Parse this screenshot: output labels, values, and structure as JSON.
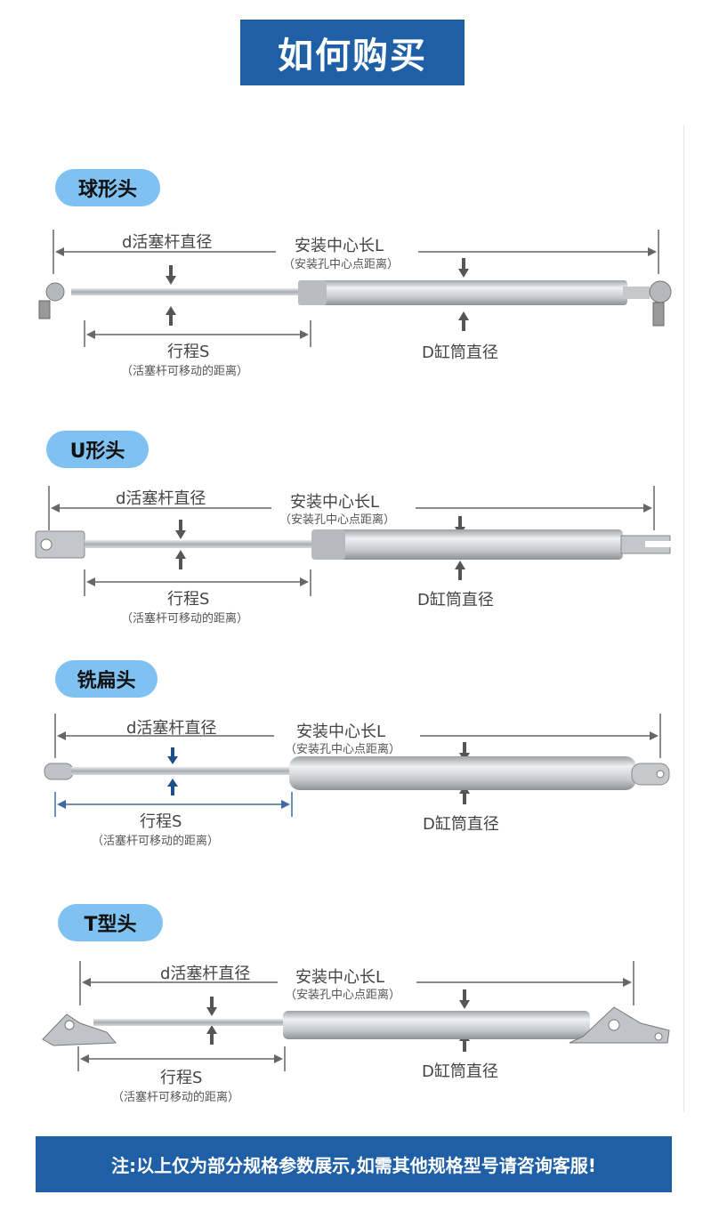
{
  "title": "如何购买",
  "sections": [
    {
      "tag": "球形头",
      "rod_dia": "d活塞杆直径",
      "center_len": "安装中心长L",
      "center_note": "（安装孔中心点距离）",
      "stroke": "行程S",
      "stroke_note": "（活塞杆可移动的距离）",
      "cyl_dia": "D缸筒直径"
    },
    {
      "tag": "U形头",
      "rod_dia": "d活塞杆直径",
      "center_len": "安装中心长L",
      "center_note": "（安装孔中心点距离）",
      "stroke": "行程S",
      "stroke_note": "（活塞杆可移动的距离）",
      "cyl_dia": "D缸筒直径"
    },
    {
      "tag": "铣扁头",
      "rod_dia": "d活塞杆直径",
      "center_len": "安装中心长L",
      "center_note": "（安装孔中心点距离）",
      "stroke": "行程S",
      "stroke_note": "（活塞杆可移动的距离）",
      "cyl_dia": "D缸筒直径"
    },
    {
      "tag": "T型头",
      "rod_dia": "d活塞杆直径",
      "center_len": "安装中心长L",
      "center_note": "（安装孔中心点距离）",
      "stroke": "行程S",
      "stroke_note": "（活塞杆可移动的距离）",
      "cyl_dia": "D缸筒直径"
    }
  ],
  "footer": "注:以上仅为部分规格参数展示,如需其他规格型号请咨询客服!",
  "colors": {
    "brand_blue": "#1f5fa6",
    "pill_blue": "#7fc1f0",
    "metal": "#c9ccd0",
    "arrow_blue": "#1f4f8a"
  }
}
